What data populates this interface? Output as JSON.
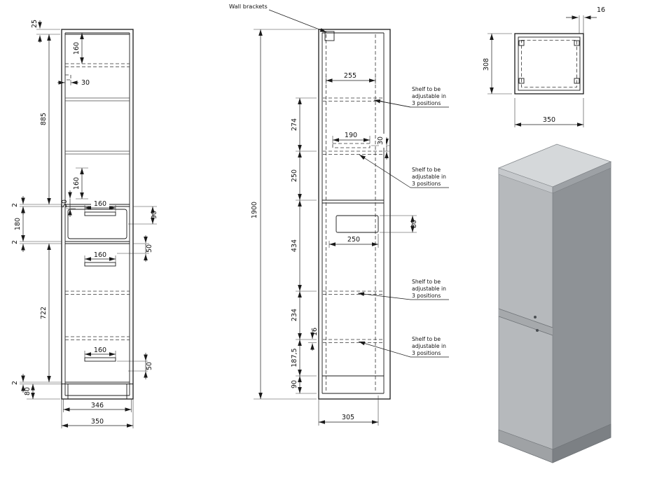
{
  "front": {
    "d25": "25",
    "d160_top": "160",
    "d30": "30",
    "d885": "885",
    "d160_mid": "160",
    "d50_mid": "50",
    "d160_drawer_handle": "160",
    "d2_top": "2",
    "d180": "180",
    "d2_mid": "2",
    "d90": "90",
    "d50_upper": "50",
    "d160_door_handle_top": "160",
    "d722": "722",
    "d160_door_handle_bottom": "160",
    "d2_bottom": "2",
    "d80": "80",
    "d50_lower": "50",
    "d346": "346",
    "d350": "350"
  },
  "side": {
    "wall_brackets": "Wall brackets",
    "d1900": "1900",
    "d255": "255",
    "d274": "274",
    "d190": "190",
    "d30": "30",
    "d250_v": "250",
    "d434": "434",
    "d250_h": "250",
    "d80": "80",
    "d234": "234",
    "d16": "16",
    "d187_5": "187,5",
    "d90": "90",
    "d305": "305",
    "shelf_note": {
      "line1": "Shelf to be",
      "line2": "adjustable in",
      "line3": "3 positions"
    }
  },
  "top": {
    "d16": "16",
    "d308": "308",
    "d350": "350"
  },
  "colors": {
    "line": "#1a1a1a",
    "render_front": "#b6b9bc",
    "render_side": "#8e9296",
    "render_top": "#d5d8da"
  }
}
